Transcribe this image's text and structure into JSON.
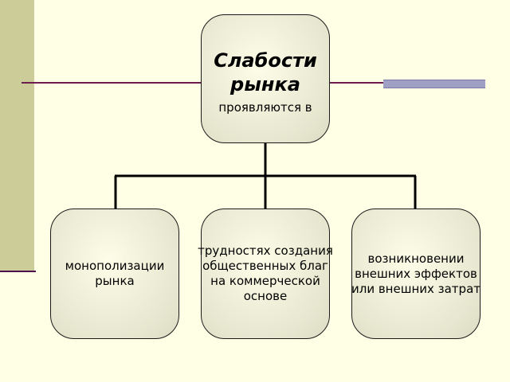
{
  "diagram": {
    "root": {
      "title": "Слабости рынка",
      "subtitle": "проявляются в"
    },
    "children": [
      {
        "label": "монополизации рынка"
      },
      {
        "label": "трудностях создания общественных благ на коммерческой основе"
      },
      {
        "label": "возникновении внешних эффектов или внешних затрат"
      }
    ]
  },
  "colors": {
    "background": "#ffffe6",
    "left_bar": "#cccc99",
    "decor_line": "#6b1f4f",
    "decor_block": "#a0a0c4",
    "node_fill": "#e6e6cf",
    "connector": "#000000"
  }
}
